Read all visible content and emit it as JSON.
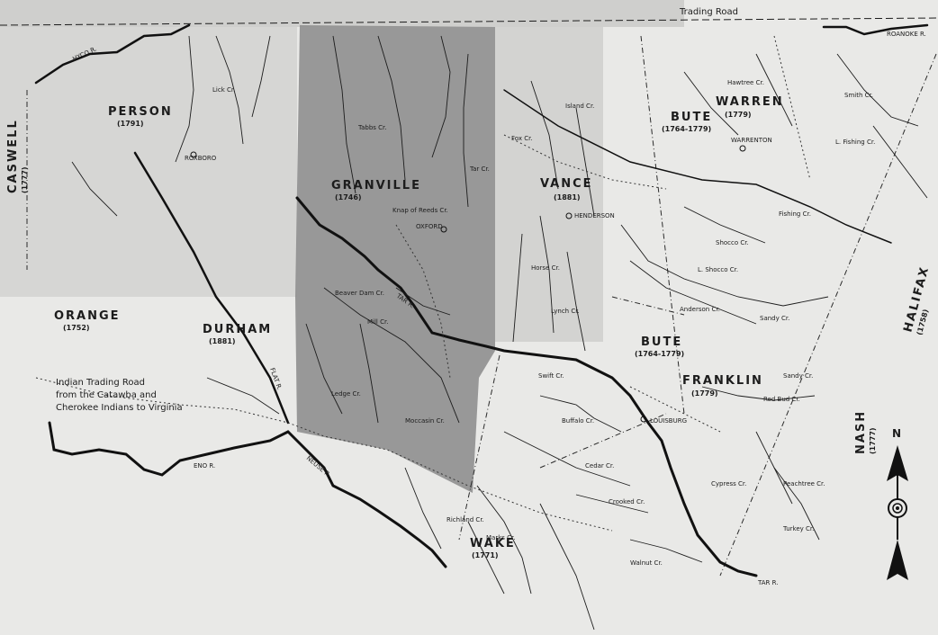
{
  "colors": {
    "paper": "#e9e9e7",
    "granville_shade": "#8b8b8b",
    "band_shade": "#c9c9c7",
    "ink": "#1c1c1c"
  },
  "map": {
    "trading_road_label": "Trading Road",
    "north_label": "N",
    "note_lines": [
      "Indian Trading Road",
      "from the Catawba and",
      "Cherokee Indians to Virginia"
    ],
    "counties": {
      "person": {
        "name": "PERSON",
        "year": "(1791)"
      },
      "granville": {
        "name": "GRANVILLE",
        "year": "(1746)"
      },
      "vance": {
        "name": "VANCE",
        "year": "(1881)"
      },
      "warren": {
        "name": "WARREN",
        "year": "(1779)"
      },
      "bute_north": {
        "name": "BUTE",
        "year": "(1764-1779)"
      },
      "bute_south": {
        "name": "BUTE",
        "year": "(1764-1779)"
      },
      "orange": {
        "name": "ORANGE",
        "year": "(1752)"
      },
      "durham": {
        "name": "DURHAM",
        "year": "(1881)"
      },
      "franklin": {
        "name": "FRANKLIN",
        "year": "(1779)"
      },
      "wake": {
        "name": "WAKE",
        "year": "(1771)"
      },
      "nash": {
        "name": "NASH",
        "year": "(1777)"
      },
      "halifax": {
        "name": "HALIFAX",
        "year": "(1758)"
      },
      "caswell": {
        "name": "CASWELL",
        "year": "(1777)"
      }
    },
    "towns": {
      "oxford": "OXFORD",
      "henderson": "HENDERSON",
      "warrenton": "WARRENTON",
      "louisburg": "LOUISBURG",
      "roxboro": "ROXBORO"
    },
    "rivers": {
      "tar": "TAR R.",
      "eno": "ENO R.",
      "neuse": "NEUSE R.",
      "flat": "FLAT R.",
      "roanoke": "ROANOKE R.",
      "tar_east": "TAR R.",
      "hyco": "HYCO R."
    },
    "creeks": {
      "shocco": "Shocco Cr.",
      "little_shocco": "L. Shocco Cr.",
      "fishing": "Fishing Cr.",
      "little_fishing": "L. Fishing Cr.",
      "buffalo": "Buffalo Cr.",
      "cedar": "Cedar Cr.",
      "crooked": "Crooked Cr.",
      "sandy": "Sandy Cr.",
      "red_bud": "Red Bud Cr.",
      "tabbs": "Tabbs Cr.",
      "fox": "Fox Cr.",
      "beaver_dam": "Beaver Dam Cr.",
      "anderson": "Anderson Cr.",
      "sandy_south": "Sandy Cr.",
      "hawtree": "Hawtree Cr.",
      "swift": "Swift Cr.",
      "richland": "Richland Cr.",
      "horse": "Horse Cr.",
      "moccasin": "Moccasin Cr.",
      "turkey": "Turkey Cr.",
      "peachtree": "Peachtree Cr.",
      "walnut": "Walnut Cr.",
      "cypress": "Cypress Cr.",
      "lynch": "Lynch Cr.",
      "mill": "Mill Cr.",
      "marks": "Marks Cr.",
      "smith": "Smith Cr.",
      "ledge": "Ledge Cr.",
      "lick": "Lick Cr.",
      "island": "Island Cr.",
      "knap": "Knap of Reeds Cr.",
      "tar_cr": "Tar Cr."
    }
  }
}
